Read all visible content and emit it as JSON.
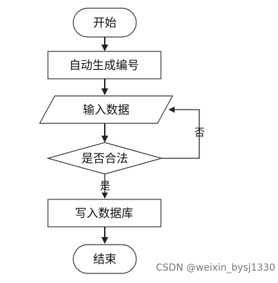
{
  "diagram": {
    "nodes": {
      "start": "开始",
      "gen_id": "自动生成编号",
      "input": "输入数据",
      "check": "是否合法",
      "write": "写入数据库",
      "end": "结束"
    },
    "edges": {
      "yes": "是",
      "no": "否"
    }
  },
  "watermark": "CSDN @weixin_bysj1330",
  "colors": {
    "stroke": "#333333",
    "arrow": "#222222",
    "text": "#111111",
    "watermark": "#777777"
  }
}
